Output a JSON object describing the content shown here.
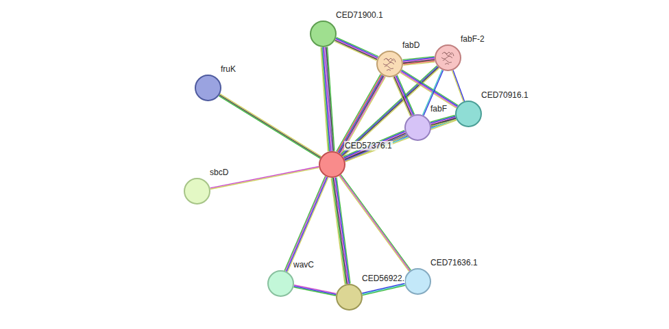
{
  "diagram": {
    "nodes": [
      {
        "text": [
          "CED71900.1"
        ]
      },
      {
        "text": [
          "fabF-2"
        ]
      },
      {
        "text": [
          "fabD"
        ]
      },
      {
        "text": [
          "fruK"
        ]
      },
      {
        "text": [
          "CED70916.1"
        ]
      },
      {
        "text": [
          "fabF"
        ]
      },
      {
        "text": [
          "CED57376.1"
        ]
      },
      {
        "text": [
          "sbcD"
        ]
      },
      {
        "text": [
          "wavC"
        ]
      },
      {
        "text": [
          "CED71636.1"
        ]
      },
      {
        "text": [
          "CED56922."
        ]
      }
    ],
    "edges": [
      {
        "from": 6,
        "to": 0,
        "arrow": "none"
      },
      {
        "from": 6,
        "to": 2,
        "arrow": "none"
      },
      {
        "from": 6,
        "to": 1,
        "arrow": "none"
      },
      {
        "from": 6,
        "to": 4,
        "arrow": "none"
      },
      {
        "from": 6,
        "to": 5,
        "arrow": "none"
      },
      {
        "from": 6,
        "to": 3,
        "arrow": "none"
      },
      {
        "from": 6,
        "to": 7,
        "arrow": "none"
      },
      {
        "from": 6,
        "to": 8,
        "arrow": "none"
      },
      {
        "from": 6,
        "to": 10,
        "arrow": "none"
      },
      {
        "from": 6,
        "to": 9,
        "arrow": "none"
      },
      {
        "from": 0,
        "to": 2,
        "arrow": "none"
      },
      {
        "from": 2,
        "to": 1,
        "arrow": "none"
      },
      {
        "from": 2,
        "to": 5,
        "arrow": "none"
      },
      {
        "from": 2,
        "to": 4,
        "arrow": "none"
      },
      {
        "from": 1,
        "to": 5,
        "arrow": "none"
      },
      {
        "from": 1,
        "to": 4,
        "arrow": "none"
      },
      {
        "from": 5,
        "to": 4,
        "arrow": "none"
      },
      {
        "from": 8,
        "to": 10,
        "arrow": "none"
      },
      {
        "from": 10,
        "to": 9,
        "arrow": "none"
      }
    ]
  }
}
